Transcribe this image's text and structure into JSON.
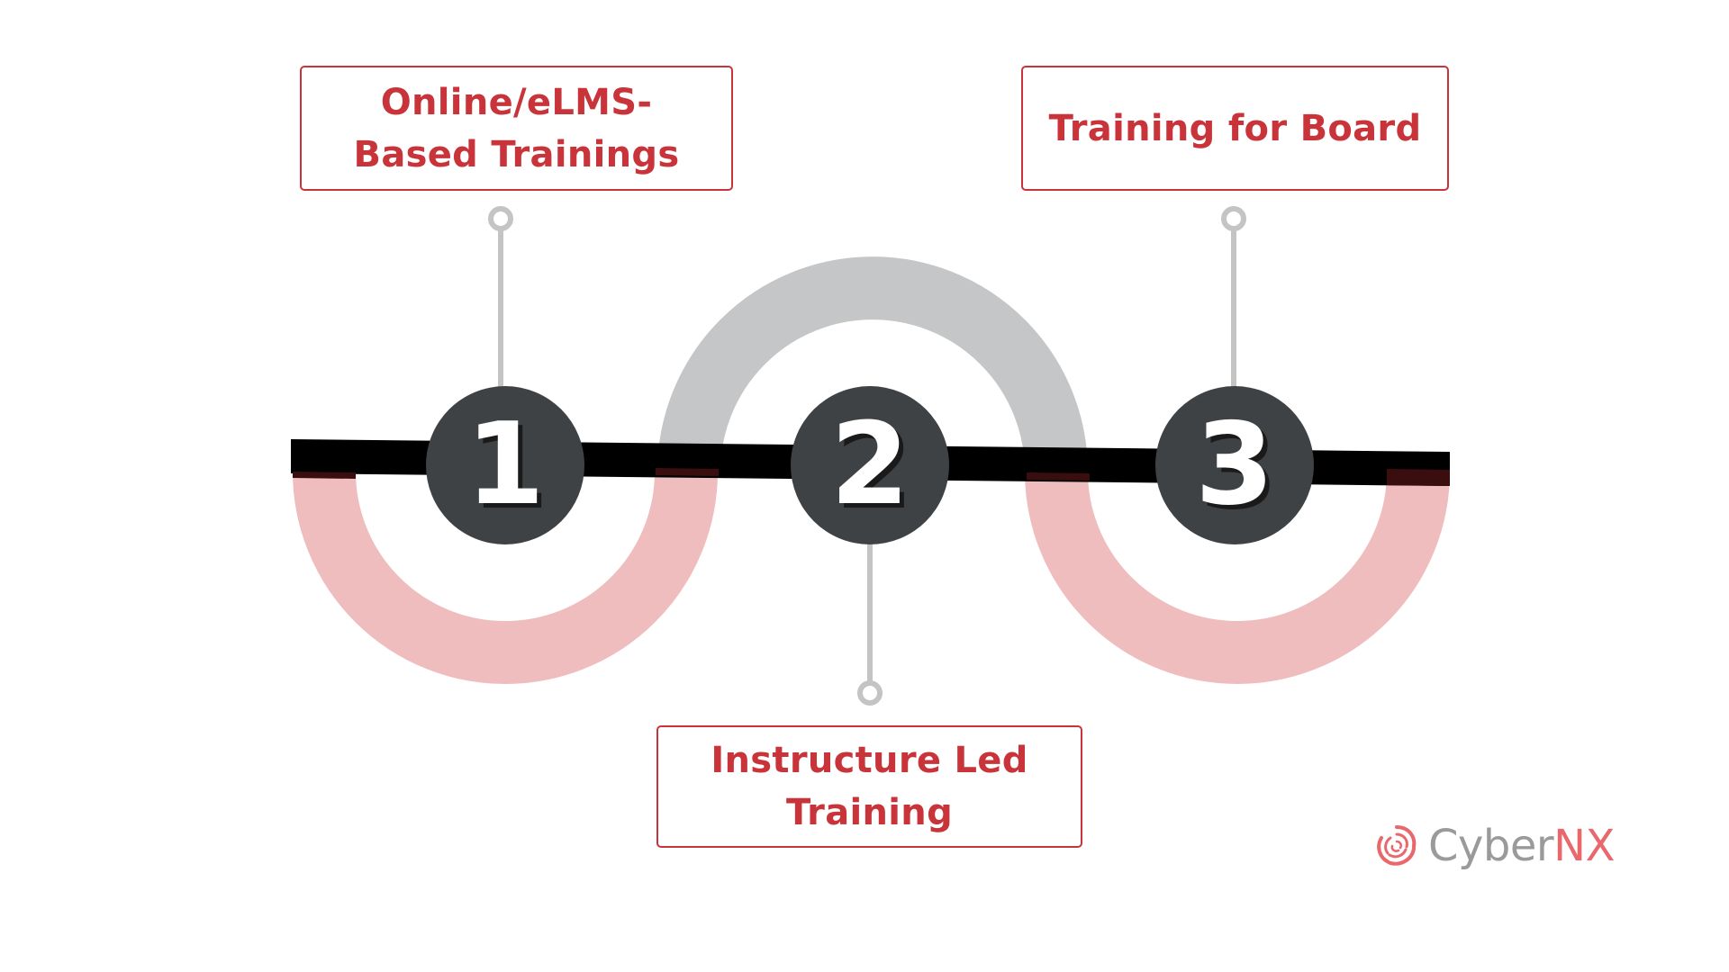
{
  "steps": [
    {
      "number": "1",
      "label": "Online/eLMS- Based Trainings"
    },
    {
      "number": "2",
      "label": "Instructure Led Training"
    },
    {
      "number": "3",
      "label": "Training for Board"
    }
  ],
  "brand": {
    "prefix": "Cyber",
    "suffix": "NX",
    "icon": "swirl-logo-icon"
  },
  "colors": {
    "accent_red": "#c8343a",
    "pink_arc": "#efbdbe",
    "gray_arc": "#c4c6c7",
    "timeline_bar": "#000000",
    "number_circle": "#3f4244",
    "connector_gray": "#c4c4c4"
  }
}
